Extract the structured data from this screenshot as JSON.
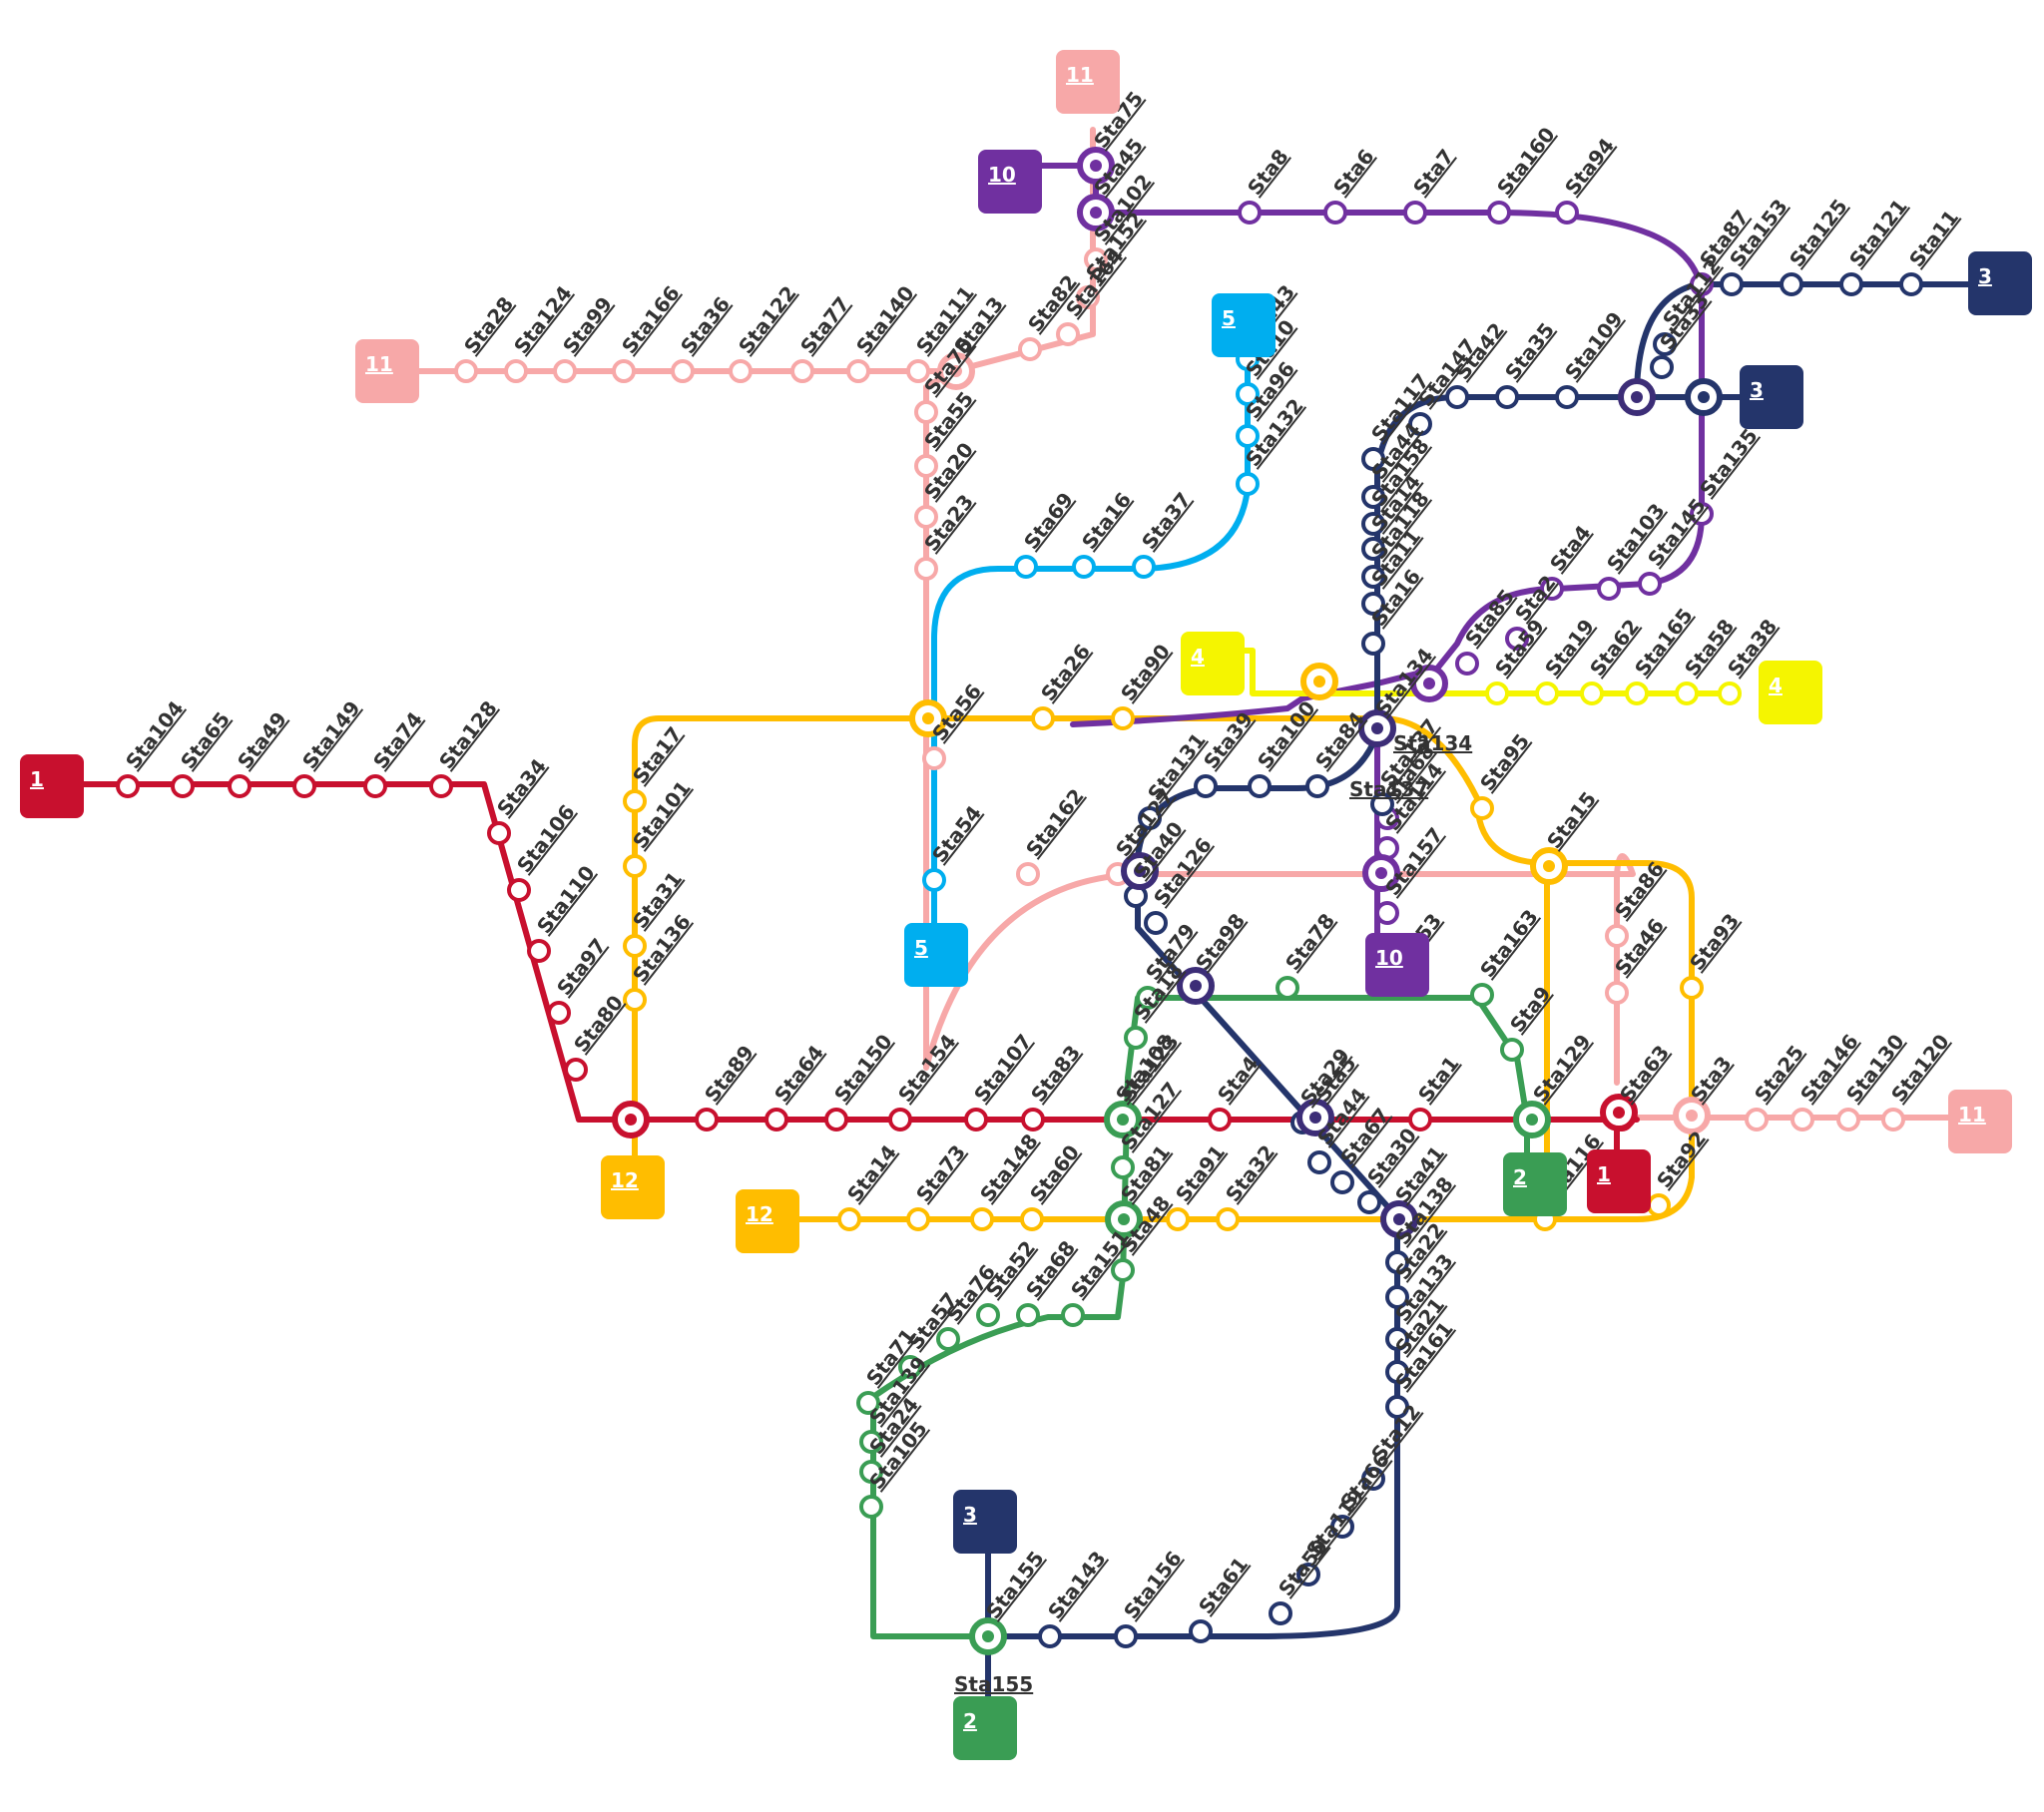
{
  "colors": {
    "line1": "#c8102e",
    "line2": "#3a9d54",
    "line3": "#24356b",
    "line4": "#f5f500",
    "line5": "#00aeef",
    "line10": "#7030a0",
    "line11": "#f7a8a8",
    "line12": "#ffbd00",
    "hub_indigo": "#3c2d77"
  },
  "terminals": [
    {
      "line": "1",
      "label": "1"
    },
    {
      "line": "1",
      "label": "1"
    },
    {
      "line": "2",
      "label": "2"
    },
    {
      "line": "2",
      "label": "2"
    },
    {
      "line": "3",
      "label": "3"
    },
    {
      "line": "3",
      "label": "3"
    },
    {
      "line": "3",
      "label": "3"
    },
    {
      "line": "4",
      "label": "4"
    },
    {
      "line": "4",
      "label": "4"
    },
    {
      "line": "5",
      "label": "5"
    },
    {
      "line": "5",
      "label": "5"
    },
    {
      "line": "10",
      "label": "10"
    },
    {
      "line": "10",
      "label": "10"
    },
    {
      "line": "11",
      "label": "11"
    },
    {
      "line": "11",
      "label": "11"
    },
    {
      "line": "11",
      "label": "11"
    },
    {
      "line": "12",
      "label": "12"
    },
    {
      "line": "12",
      "label": "12"
    }
  ],
  "stations": [
    {
      "name": "Sta104",
      "line": "1"
    },
    {
      "name": "Sta65",
      "line": "1"
    },
    {
      "name": "Sta49",
      "line": "1"
    },
    {
      "name": "Sta149",
      "line": "1"
    },
    {
      "name": "Sta74",
      "line": "1"
    },
    {
      "name": "Sta128",
      "line": "1"
    },
    {
      "name": "Sta34",
      "line": "1"
    },
    {
      "name": "Sta106",
      "line": "1"
    },
    {
      "name": "Sta110",
      "line": "1"
    },
    {
      "name": "Sta97",
      "line": "1"
    },
    {
      "name": "Sta80",
      "line": "1"
    },
    {
      "name": "Sta89",
      "line": "1"
    },
    {
      "name": "Sta64",
      "line": "1"
    },
    {
      "name": "Sta150",
      "line": "1"
    },
    {
      "name": "Sta154",
      "line": "1"
    },
    {
      "name": "Sta107",
      "line": "1"
    },
    {
      "name": "Sta83",
      "line": "1"
    },
    {
      "name": "Sta108",
      "line": "1"
    },
    {
      "name": "Sta4",
      "line": "1"
    },
    {
      "name": "Sta5",
      "line": "1"
    },
    {
      "name": "Sta1",
      "line": "1"
    },
    {
      "name": "Sta129",
      "line": "1"
    },
    {
      "name": "Sta63",
      "line": "1"
    },
    {
      "name": "Sta3",
      "line": "11"
    },
    {
      "name": "Sta25",
      "line": "11"
    },
    {
      "name": "Sta146",
      "line": "11"
    },
    {
      "name": "Sta130",
      "line": "11"
    },
    {
      "name": "Sta120",
      "line": "11"
    },
    {
      "name": "Sta28",
      "line": "11"
    },
    {
      "name": "Sta124",
      "line": "11"
    },
    {
      "name": "Sta99",
      "line": "11"
    },
    {
      "name": "Sta166",
      "line": "11"
    },
    {
      "name": "Sta36",
      "line": "11"
    },
    {
      "name": "Sta122",
      "line": "11"
    },
    {
      "name": "Sta77",
      "line": "11"
    },
    {
      "name": "Sta140",
      "line": "11"
    },
    {
      "name": "Sta111",
      "line": "11"
    },
    {
      "name": "Sta13",
      "line": "11"
    },
    {
      "name": "Sta82",
      "line": "11"
    },
    {
      "name": "Sta164",
      "line": "11"
    },
    {
      "name": "Sta152",
      "line": "11"
    },
    {
      "name": "Sta102",
      "line": "11"
    },
    {
      "name": "Sta70",
      "line": "11"
    },
    {
      "name": "Sta55",
      "line": "11"
    },
    {
      "name": "Sta20",
      "line": "11"
    },
    {
      "name": "Sta23",
      "line": "11"
    },
    {
      "name": "Sta56",
      "line": "11"
    },
    {
      "name": "Sta162",
      "line": "11"
    },
    {
      "name": "Sta127",
      "line": "11"
    },
    {
      "name": "Sta86",
      "line": "11"
    },
    {
      "name": "Sta46",
      "line": "11"
    },
    {
      "name": "Sta75",
      "line": "10"
    },
    {
      "name": "Sta45",
      "line": "10"
    },
    {
      "name": "Sta8",
      "line": "10"
    },
    {
      "name": "Sta6",
      "line": "10"
    },
    {
      "name": "Sta7",
      "line": "10"
    },
    {
      "name": "Sta160",
      "line": "10"
    },
    {
      "name": "Sta94",
      "line": "10"
    },
    {
      "name": "Sta87",
      "line": "10"
    },
    {
      "name": "Sta135",
      "line": "10"
    },
    {
      "name": "Sta145",
      "line": "10"
    },
    {
      "name": "Sta103",
      "line": "10"
    },
    {
      "name": "Sta4",
      "line": "10"
    },
    {
      "name": "Sta2",
      "line": "10"
    },
    {
      "name": "Sta85",
      "line": "10"
    },
    {
      "name": "Sta68",
      "line": "10"
    },
    {
      "name": "Sta114",
      "line": "10"
    },
    {
      "name": "Sta157",
      "line": "10"
    },
    {
      "name": "Sta153",
      "line": "3"
    },
    {
      "name": "Sta125",
      "line": "3"
    },
    {
      "name": "Sta121",
      "line": "3"
    },
    {
      "name": "Sta11",
      "line": "3"
    },
    {
      "name": "Sta112",
      "line": "3"
    },
    {
      "name": "Sta33",
      "line": "3"
    },
    {
      "name": "Sta109",
      "line": "3"
    },
    {
      "name": "Sta35",
      "line": "3"
    },
    {
      "name": "Sta42",
      "line": "3"
    },
    {
      "name": "Sta147",
      "line": "3"
    },
    {
      "name": "Sta117",
      "line": "3"
    },
    {
      "name": "Sta44",
      "line": "3"
    },
    {
      "name": "Sta158",
      "line": "3"
    },
    {
      "name": "Sta14",
      "line": "3"
    },
    {
      "name": "Sta118",
      "line": "3"
    },
    {
      "name": "Sta11",
      "line": "3"
    },
    {
      "name": "Sta16",
      "line": "3"
    },
    {
      "name": "Sta84",
      "line": "3"
    },
    {
      "name": "Sta100",
      "line": "3"
    },
    {
      "name": "Sta39",
      "line": "3"
    },
    {
      "name": "Sta131",
      "line": "3"
    },
    {
      "name": "Sta40",
      "line": "3"
    },
    {
      "name": "Sta126",
      "line": "3"
    },
    {
      "name": "Sta29",
      "line": "3"
    },
    {
      "name": "Sta44",
      "line": "3"
    },
    {
      "name": "Sta67",
      "line": "3"
    },
    {
      "name": "Sta30",
      "line": "3"
    },
    {
      "name": "Sta41",
      "line": "3"
    },
    {
      "name": "Sta138",
      "line": "3"
    },
    {
      "name": "Sta22",
      "line": "3"
    },
    {
      "name": "Sta133",
      "line": "3"
    },
    {
      "name": "Sta21",
      "line": "3"
    },
    {
      "name": "Sta161",
      "line": "3"
    },
    {
      "name": "Sta12",
      "line": "3"
    },
    {
      "name": "Sta66",
      "line": "3"
    },
    {
      "name": "Sta119",
      "line": "3"
    },
    {
      "name": "Sta50",
      "line": "3"
    },
    {
      "name": "Sta61",
      "line": "3"
    },
    {
      "name": "Sta156",
      "line": "3"
    },
    {
      "name": "Sta143",
      "line": "3"
    },
    {
      "name": "Sta155",
      "line": "3"
    },
    {
      "name": "Sta134",
      "line": "3"
    },
    {
      "name": "Sta137",
      "line": "3"
    },
    {
      "name": "Sta43",
      "line": "5"
    },
    {
      "name": "Sta10",
      "line": "5"
    },
    {
      "name": "Sta96",
      "line": "5"
    },
    {
      "name": "Sta132",
      "line": "5"
    },
    {
      "name": "Sta37",
      "line": "5"
    },
    {
      "name": "Sta16",
      "line": "5"
    },
    {
      "name": "Sta69",
      "line": "5"
    },
    {
      "name": "Sta54",
      "line": "5"
    },
    {
      "name": "Sta59",
      "line": "4"
    },
    {
      "name": "Sta19",
      "line": "4"
    },
    {
      "name": "Sta62",
      "line": "4"
    },
    {
      "name": "Sta165",
      "line": "4"
    },
    {
      "name": "Sta58",
      "line": "4"
    },
    {
      "name": "Sta38",
      "line": "4"
    },
    {
      "name": "Sta26",
      "line": "12"
    },
    {
      "name": "Sta90",
      "line": "12"
    },
    {
      "name": "Sta95",
      "line": "12"
    },
    {
      "name": "Sta15",
      "line": "12"
    },
    {
      "name": "Sta93",
      "line": "12"
    },
    {
      "name": "Sta92",
      "line": "12"
    },
    {
      "name": "Sta17",
      "line": "12"
    },
    {
      "name": "Sta101",
      "line": "12"
    },
    {
      "name": "Sta31",
      "line": "12"
    },
    {
      "name": "Sta136",
      "line": "12"
    },
    {
      "name": "Sta14",
      "line": "12"
    },
    {
      "name": "Sta73",
      "line": "12"
    },
    {
      "name": "Sta148",
      "line": "12"
    },
    {
      "name": "Sta60",
      "line": "12"
    },
    {
      "name": "Sta91",
      "line": "12"
    },
    {
      "name": "Sta32",
      "line": "12"
    },
    {
      "name": "Sta116",
      "line": "12"
    },
    {
      "name": "Sta79",
      "line": "2"
    },
    {
      "name": "Sta18",
      "line": "2"
    },
    {
      "name": "Sta98",
      "line": "2"
    },
    {
      "name": "Sta78",
      "line": "2"
    },
    {
      "name": "Sta53",
      "line": "2"
    },
    {
      "name": "Sta163",
      "line": "2"
    },
    {
      "name": "Sta9",
      "line": "2"
    },
    {
      "name": "Sta123",
      "line": "2"
    },
    {
      "name": "Sta127",
      "line": "2"
    },
    {
      "name": "Sta81",
      "line": "2"
    },
    {
      "name": "Sta48",
      "line": "2"
    },
    {
      "name": "Sta151",
      "line": "2"
    },
    {
      "name": "Sta68",
      "line": "2"
    },
    {
      "name": "Sta52",
      "line": "2"
    },
    {
      "name": "Sta76",
      "line": "2"
    },
    {
      "name": "Sta57",
      "line": "2"
    },
    {
      "name": "Sta71",
      "line": "2"
    },
    {
      "name": "Sta139",
      "line": "2"
    },
    {
      "name": "Sta24",
      "line": "2"
    },
    {
      "name": "Sta105",
      "line": "2"
    }
  ],
  "flat_labels": [
    {
      "text": "Sta134",
      "line": "3"
    },
    {
      "text": "Sta137",
      "line": "10"
    },
    {
      "text": "Sta155",
      "line": "2"
    }
  ]
}
